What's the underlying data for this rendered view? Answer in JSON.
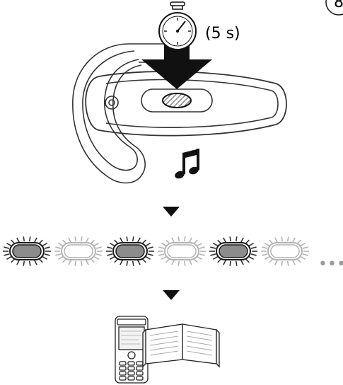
{
  "step": {
    "number": "8"
  },
  "timer": {
    "duration_label": "(5 s)",
    "icon": "stopwatch-icon"
  },
  "headset": {
    "icon": "headset-illustration",
    "action": "press-and-hold-arrow"
  },
  "signal": {
    "icon": "music-note-icon"
  },
  "light_sequence": {
    "pattern": [
      "on",
      "off",
      "on",
      "off",
      "on",
      "off"
    ],
    "continuation": "•••"
  },
  "result": {
    "icons": [
      "mobile-phone-icon",
      "user-guide-book-icon"
    ]
  },
  "colors": {
    "lit": "#8c8c8c",
    "unlit": "#ffffff",
    "outline": "#1a1a1a",
    "faint": "#b4b4b4"
  }
}
